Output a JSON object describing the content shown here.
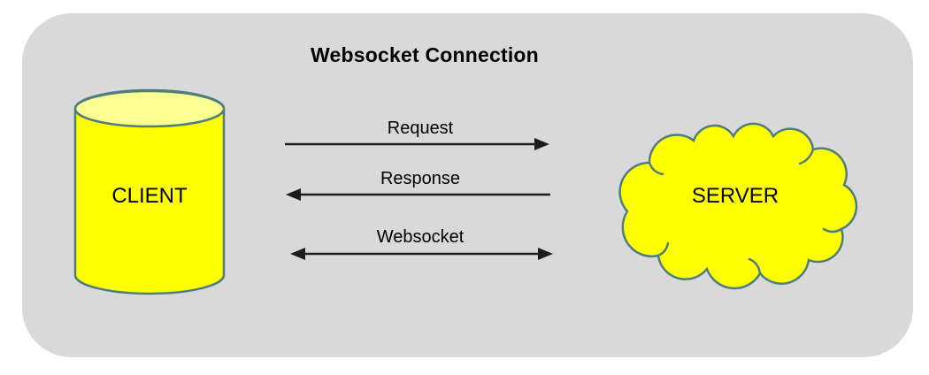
{
  "title": "Websocket Connection",
  "nodes": {
    "client": {
      "label": "CLIENT",
      "shape": "cylinder"
    },
    "server": {
      "label": "SERVER",
      "shape": "cloud"
    }
  },
  "arrows": [
    {
      "label": "Request",
      "direction": "right"
    },
    {
      "label": "Response",
      "direction": "left"
    },
    {
      "label": "Websocket",
      "direction": "both"
    }
  ],
  "colors": {
    "canvas_bg": "#ffffff",
    "panel_bg": "#d9d9d9",
    "node_fill": "#ffff00",
    "node_fill_top": "#fbff8f",
    "node_stroke": "#4e7d7d",
    "arrow_color": "#1c1c1c",
    "text_color": "#000000"
  }
}
